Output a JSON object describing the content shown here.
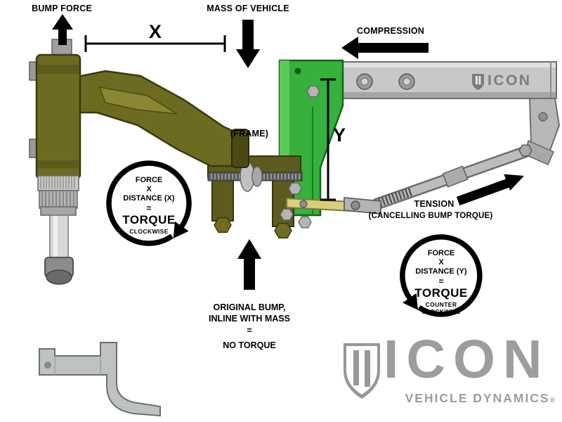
{
  "diagram": {
    "labels": {
      "bump_force": "BUMP FORCE",
      "mass_of_vehicle": "MASS OF VEHICLE",
      "compression": "COMPRESSION",
      "frame": "(FRAME)",
      "dim_x": "X",
      "dim_y": "Y",
      "tension": "TENSION",
      "tension_note": "(CANCELLING BUMP TORQUE)"
    },
    "torque_cw": {
      "force": "FORCE",
      "times": "X",
      "distance": "DISTANCE (X)",
      "equals": "=",
      "torque": "TORQUE",
      "direction": "CLOCKWISE"
    },
    "torque_ccw": {
      "force": "FORCE",
      "times": "X",
      "distance": "DISTANCE (Y)",
      "equals": "=",
      "torque": "TORQUE",
      "direction_line1": "COUNTER",
      "direction_line2": "CLOCKWISE"
    },
    "no_torque": {
      "line1": "ORIGINAL BUMP,",
      "line2": "INLINE WITH MASS",
      "equals": "=",
      "result": "NO TORQUE"
    }
  },
  "branding": {
    "frame_rail_logo": "ICON",
    "wordmark": "ICON",
    "tagline": "VEHICLE DYNAMICS",
    "registered": "®"
  },
  "colors": {
    "olive_arm": "#6d6b21",
    "bracket_green": "#35b13c",
    "steel_gray": "#c8c8c8",
    "logo_gray": "#9b9da0",
    "link_yellow": "#d8cf7a",
    "ink": "#000000",
    "background": "#ffffff"
  }
}
